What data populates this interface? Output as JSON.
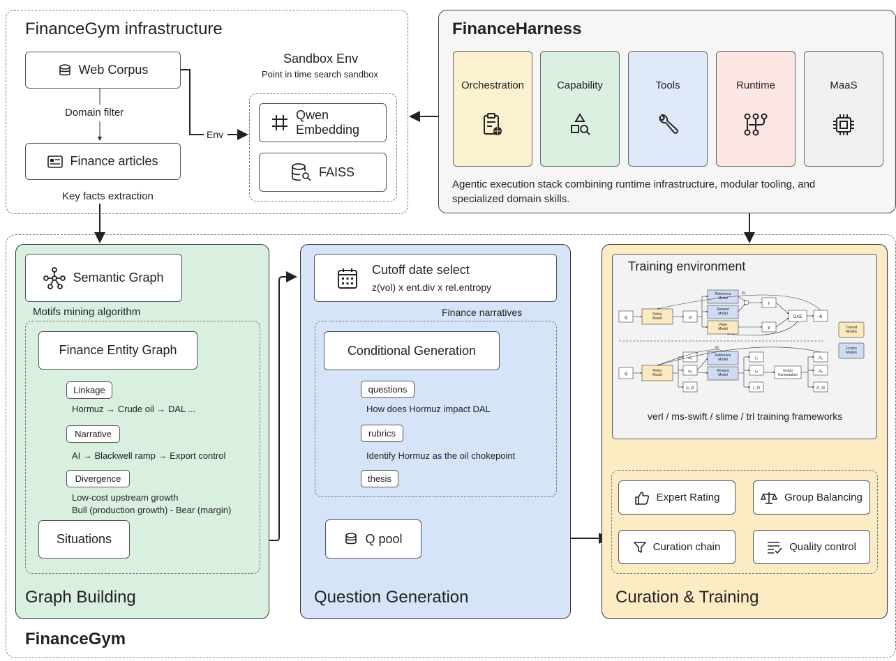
{
  "infra": {
    "title": "FinanceGym infrastructure",
    "web_corpus": "Web Corpus",
    "domain_filter": "Domain filter",
    "finance_articles": "Finance articles",
    "key_facts": "Key facts extraction",
    "env_label": "Env",
    "sandbox_title": "Sandbox Env",
    "sandbox_sub": "Point in time search sandbox",
    "qwen": "Qwen Embedding",
    "faiss": "FAISS"
  },
  "harness": {
    "title": "FinanceHarness",
    "cards": [
      {
        "label": "Orchestration",
        "color": "#fbf0cf",
        "icon": "clipboard-globe-icon"
      },
      {
        "label": "Capability",
        "color": "#dcf0e2",
        "icon": "shapes-search-icon"
      },
      {
        "label": "Tools",
        "color": "#dfe9f9",
        "icon": "wrench-icon"
      },
      {
        "label": "Runtime",
        "color": "#fbe6e4",
        "icon": "workflow-icon"
      },
      {
        "label": "MaaS",
        "color": "#f1f1f1",
        "icon": "chip-icon"
      }
    ],
    "desc_line1": "Agentic execution stack combining runtime infrastructure, modular tooling, and",
    "desc_line2": "specialized domain skills."
  },
  "graph": {
    "title": "Graph Building",
    "semantic_graph": "Semantic Graph",
    "motifs": "Motifs mining algorithm",
    "entity_graph": "Finance Entity Graph",
    "linkage": "Linkage",
    "linkage_text": "Hormuz → Crude oil → DAL ...",
    "narrative": "Narrative",
    "narrative_text": "AI → Blackwell ramp → Export control",
    "divergence": "Divergence",
    "divergence_text1": "Low-cost upstream growth",
    "divergence_text2": "Bull (production growth) - Bear (margin)",
    "situations": "Situations"
  },
  "question": {
    "title": "Question Generation",
    "cutoff_title": "Cutoff date select",
    "cutoff_formula": "z(vol) x ent.div x rel.entropy",
    "narratives": "Finance narratives",
    "cond_gen": "Conditional Generation",
    "questions": "questions",
    "questions_text": "How does Hormuz impact DAL",
    "rubrics": "rubrics",
    "rubrics_text": "Identify Hormuz as the oil chokepoint",
    "thesis": "thesis",
    "qpool": "Q pool"
  },
  "training": {
    "title": "Curation & Training",
    "env_title": "Training environment",
    "frameworks": "verl / ms-swift / slime / trl training frameworks",
    "expert_rating": "Expert Rating",
    "group_balancing": "Group Balancing",
    "curation_chain": "Curation chain",
    "quality_control": "Quality control",
    "legend_trained": "Trained Models",
    "legend_frozen": "Frozen Models",
    "ppo": {
      "q": "q",
      "policy": "Policy Model",
      "o": "o",
      "reference": "Reference Model",
      "reward": "Reward Model",
      "value": "Value Model",
      "kl": "KL",
      "r": "r",
      "v": "v",
      "gae": "GAE",
      "a": "A"
    },
    "grpo": {
      "q": "q",
      "policy": "Policy Model",
      "o1": "o₁",
      "o2": "o₂",
      "oG": "o_G",
      "reference": "Reference Model",
      "reward": "Reward Model",
      "kl": "KL",
      "r1": "r₁",
      "r2": "r₂",
      "rG": "r_G",
      "group": "Group Computation",
      "a1": "A₁",
      "a2": "A₂",
      "aG": "A_G",
      "dots": "···"
    }
  },
  "footer": "FinanceGym"
}
